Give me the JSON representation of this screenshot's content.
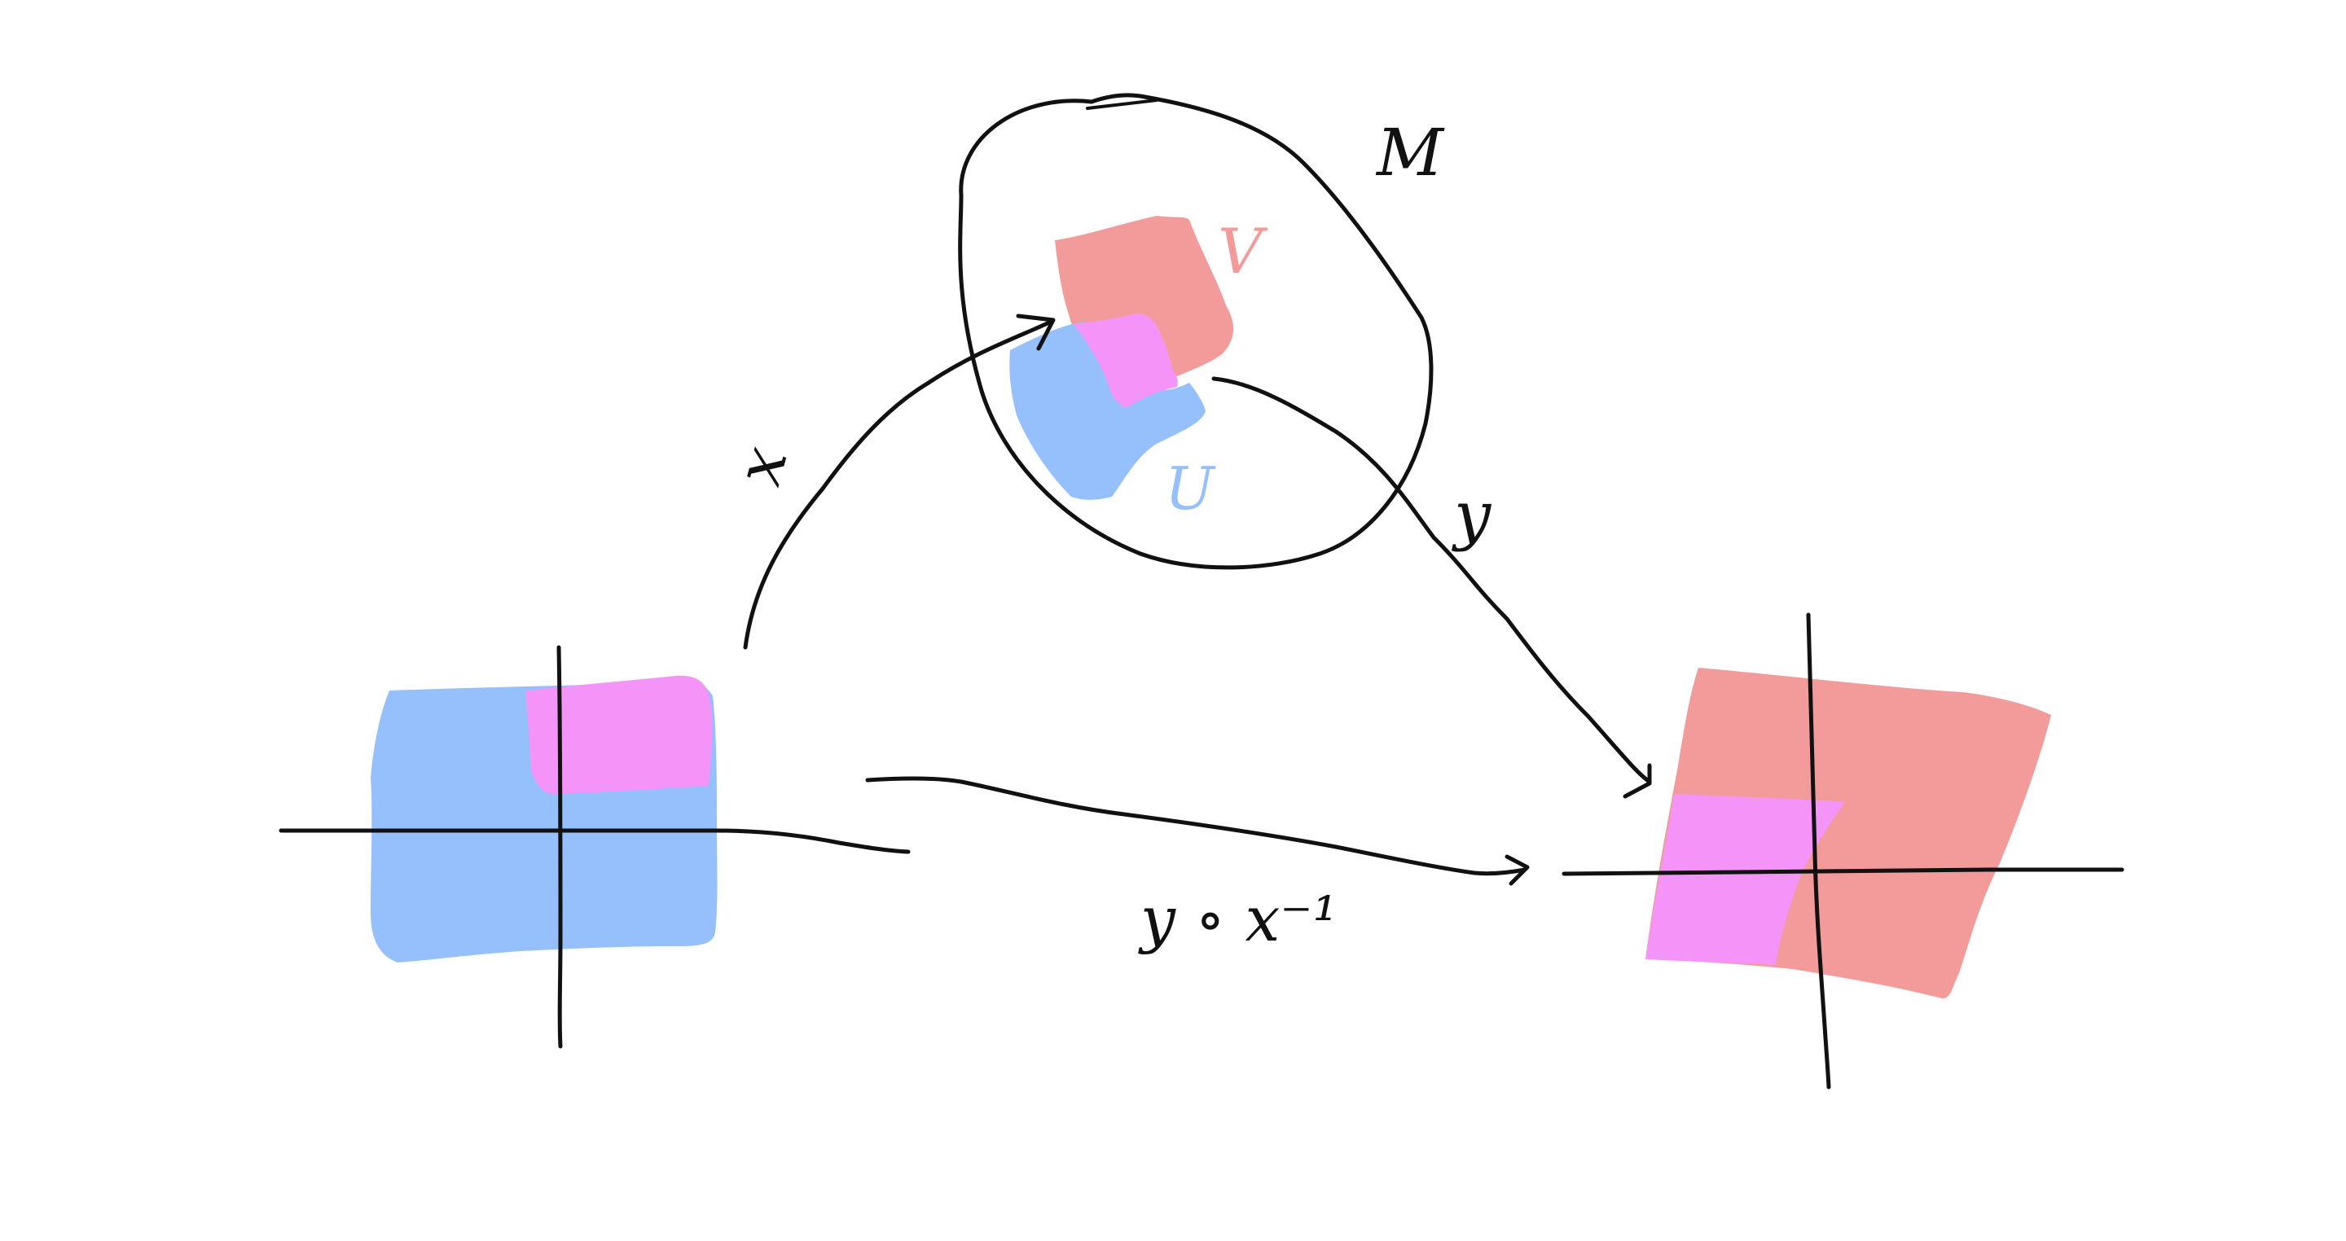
{
  "colors": {
    "u_blue": "#95c0fb",
    "v_red": "#f39b9a",
    "overlap_pink": "#f594f8",
    "ink": "#111111",
    "background": "#ffffff"
  },
  "labels": {
    "manifold": "M",
    "chart_u": "U",
    "chart_v": "V",
    "map_x": "x",
    "map_y": "y",
    "transition": "y ∘ x⁻¹"
  }
}
